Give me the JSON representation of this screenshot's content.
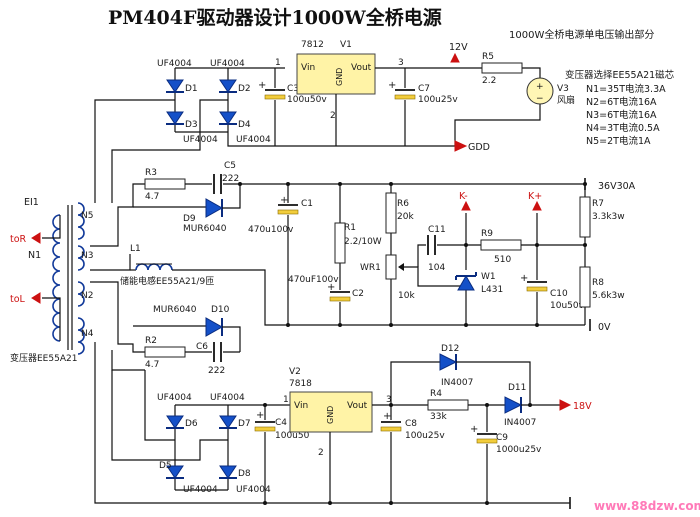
{
  "title": "PM404F驱动器设计1000W全桥电源",
  "subtitle": "1000W全桥电源单电压输出部分",
  "watermark": "www.88dzw.com",
  "notes": {
    "header": "变压器选择EE55A21磁芯",
    "n1": "N1=35T电流3.3A",
    "n2": "N2=6T电流16A",
    "n3": "N3=6T电流16A",
    "n4": "N4=3T电流0.5A",
    "n5": "N5=2T电流1A"
  },
  "transformer": {
    "ref": "EI1",
    "label": "变压器EE55A21",
    "primary": "N1",
    "windings": [
      "N5",
      "N3",
      "N2",
      "N4"
    ]
  },
  "inputs": {
    "toR": "toR",
    "toL": "toL"
  },
  "inductor": {
    "ref": "L1",
    "label": "储能电感EE55A21/9匝"
  },
  "rails": {
    "v12": "12V",
    "gdd": "GDD",
    "out36": "36V30A",
    "zero": "0V",
    "v18": "18V",
    "kminus": "K-",
    "kplus": "K+"
  },
  "regulators": [
    {
      "ref": "V1",
      "part": "7812",
      "pin_in": "Vin",
      "pin_gnd": "GND",
      "pin_out": "Vout",
      "p1": "1",
      "p2": "2",
      "p3": "3"
    },
    {
      "ref": "V2",
      "part": "7818",
      "pin_in": "Vin",
      "pin_gnd": "GND",
      "pin_out": "Vout",
      "p1": "1",
      "p2": "2",
      "p3": "3"
    }
  ],
  "diodes": {
    "d1": "D1",
    "d2": "D2",
    "d3": "D3",
    "d4": "D4",
    "d5": "D5",
    "d6": "D6",
    "d7": "D7",
    "d8": "D8",
    "d9": "D9",
    "d10": "D10",
    "d11": "D11",
    "d12": "D12",
    "uf": "UF4004",
    "mur": "MUR6040",
    "in": "IN4007"
  },
  "capacitors": {
    "c1": "C1",
    "c1v": "470u100v",
    "c2": "C2",
    "c2v": "470uF100v",
    "c3": "C3",
    "c3v": "100u50v",
    "c4": "C4",
    "c4v": "100u50",
    "c5": "C5",
    "c5v": "222",
    "c6": "C6",
    "c6v": "222",
    "c7": "C7",
    "c7v": "100u25v",
    "c8": "C8",
    "c8v": "100u25v",
    "c9": "C9",
    "c9v": "1000u25v",
    "c10": "C10",
    "c10v": "10u50v",
    "c11": "C11",
    "c11v": "104"
  },
  "resistors": {
    "r1": "R1",
    "r1v": "2.2/10W",
    "r2": "R2",
    "r2v": "4.7",
    "r3": "R3",
    "r3v": "4.7",
    "r4": "R4",
    "r4v": "33k",
    "r5": "R5",
    "r5v": "2.2",
    "r6": "R6",
    "r6v": "20k",
    "r7": "R7",
    "r7v": "3.3k3w",
    "r8": "R8",
    "r8v": "5.6k3w",
    "r9": "R9",
    "r9v": "510"
  },
  "pots": {
    "wr1": "WR1",
    "wr1v": "10k"
  },
  "ics": {
    "w1": "W1",
    "w1v": "L431"
  },
  "fan": {
    "ref": "V3",
    "label": "风扇"
  }
}
